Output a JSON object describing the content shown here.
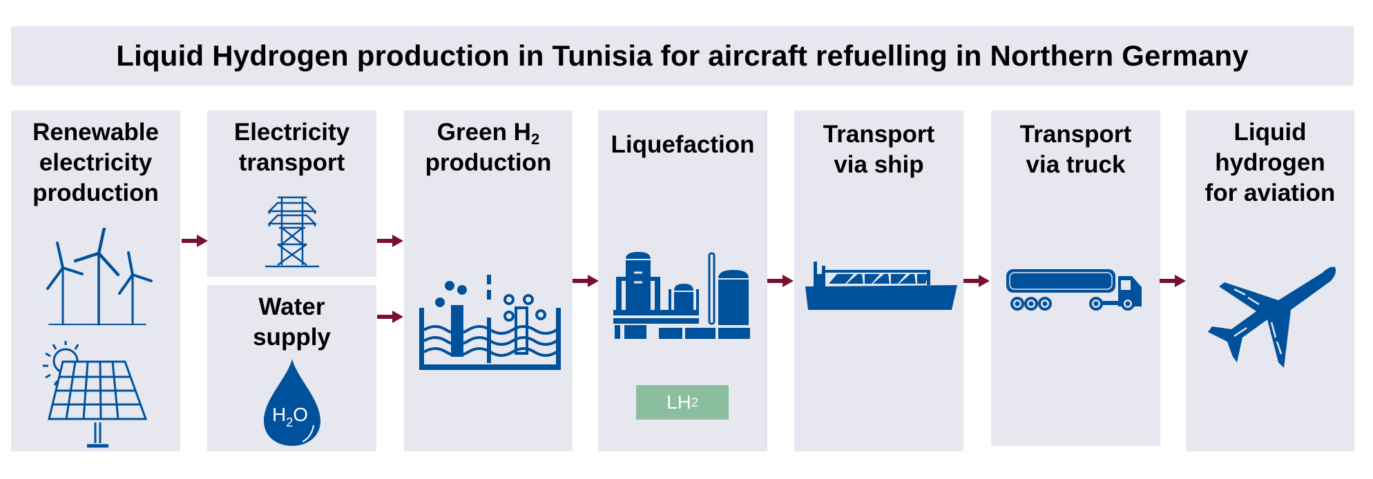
{
  "title": "Liquid Hydrogen production in Tunisia for aircraft refuelling in Northern Germany",
  "colors": {
    "box_background": "#e7e7f0",
    "icon_blue": "#00519b",
    "arrow": "#7a1030",
    "lh2_badge": "#8abe9f"
  },
  "steps": [
    {
      "id": "renewable",
      "lines": [
        "Renewable",
        "electricity",
        "production"
      ],
      "icons": [
        "wind-turbines-icon",
        "solar-panel-icon"
      ]
    },
    {
      "id": "electricity-transport",
      "lines": [
        "Electricity",
        "transport"
      ],
      "icons": [
        "power-pylon-icon"
      ]
    },
    {
      "id": "water-supply",
      "lines": [
        "Water",
        "supply"
      ],
      "icons": [
        "water-drop-icon"
      ],
      "icon_label": {
        "main": "H",
        "sub": "2",
        "tail": "O"
      }
    },
    {
      "id": "green-h2",
      "lines": [
        "Green H",
        "production"
      ],
      "title_sub": "2",
      "icons": [
        "electrolysis-icon"
      ]
    },
    {
      "id": "liquefaction",
      "lines": [
        "Liquefaction"
      ],
      "icons": [
        "liquefaction-plant-icon"
      ],
      "badge": {
        "main": "LH",
        "sub": "2"
      }
    },
    {
      "id": "ship",
      "lines": [
        "Transport",
        "via ship"
      ],
      "icons": [
        "lng-ship-icon"
      ]
    },
    {
      "id": "truck",
      "lines": [
        "Transport",
        "via truck"
      ],
      "icons": [
        "tanker-truck-icon"
      ]
    },
    {
      "id": "aviation",
      "lines": [
        "Liquid",
        "hydrogen",
        "for aviation"
      ],
      "icons": [
        "airplane-icon"
      ]
    }
  ],
  "arrows": [
    {
      "from": "renewable",
      "to": "electricity-transport"
    },
    {
      "from": "electricity-transport",
      "to": "green-h2"
    },
    {
      "from": "water-supply",
      "to": "green-h2"
    },
    {
      "from": "green-h2",
      "to": "liquefaction"
    },
    {
      "from": "liquefaction",
      "to": "ship"
    },
    {
      "from": "ship",
      "to": "truck"
    },
    {
      "from": "truck",
      "to": "aviation"
    }
  ]
}
